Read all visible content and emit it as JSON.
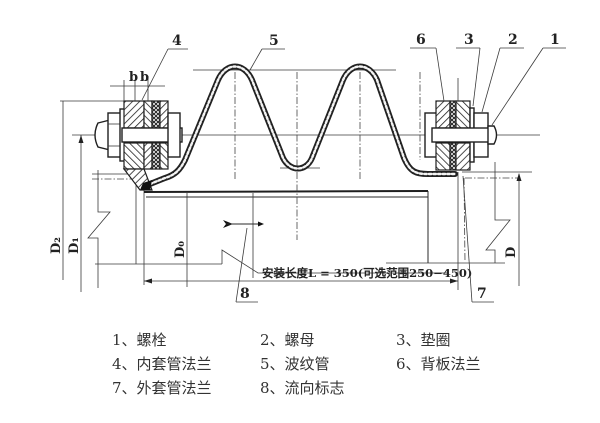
{
  "diagram": {
    "part_numbers": [
      "1",
      "2",
      "3",
      "4",
      "5",
      "6",
      "7",
      "8"
    ],
    "dimension_labels": {
      "b_left": "b",
      "b_right": "b",
      "D2": "D₂",
      "D1": "D₁",
      "D0": "D₀",
      "D": "D"
    },
    "install_length_text": "安装长度L = 350(可选范围250−450)"
  },
  "legend": {
    "rows": [
      [
        {
          "num": "1",
          "label": "1、螺栓"
        },
        {
          "num": "2",
          "label": "2、螺母"
        },
        {
          "num": "3",
          "label": "3、垫圈"
        }
      ],
      [
        {
          "num": "4",
          "label": "4、内套管法兰"
        },
        {
          "num": "5",
          "label": "5、波纹管"
        },
        {
          "num": "6",
          "label": "6、背板法兰"
        }
      ],
      [
        {
          "num": "7",
          "label": "7、外套管法兰"
        },
        {
          "num": "8",
          "label": "8、流向标志"
        }
      ]
    ]
  },
  "colors": {
    "line": "#2a2a2a",
    "background": "#ffffff",
    "text": "#333333"
  }
}
